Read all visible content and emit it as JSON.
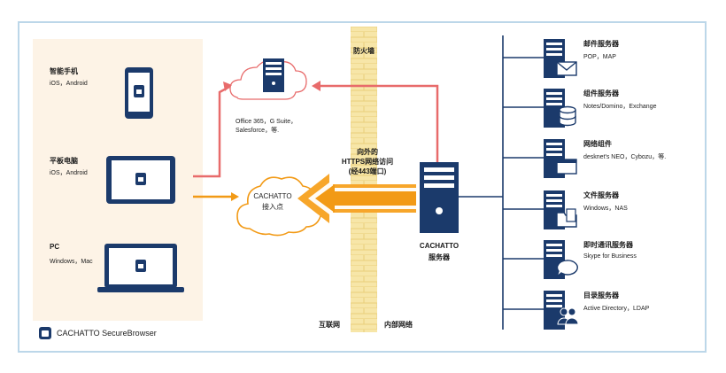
{
  "devices": [
    {
      "name": "智能手机",
      "os": "iOS，Android"
    },
    {
      "name": "平板电脑",
      "os": "iOS，Android"
    },
    {
      "name": "PC",
      "os": "Windows，Mac"
    }
  ],
  "firewall_label": "防火墙",
  "internet_label": "互联网",
  "intranet_label": "内部网络",
  "cloud_top": {
    "line1": "Office 365，G Suite，",
    "line2": "Salesforce，等."
  },
  "access_point": {
    "line1": "CACHATTO",
    "line2": "接入点"
  },
  "outbound": {
    "line1": "向外的",
    "line2": "HTTPS网络访问",
    "line3": "(经443端口)"
  },
  "server": {
    "line1": "CACHATTO",
    "line2": "服务器"
  },
  "servers": [
    {
      "title": "邮件服务器",
      "desc": "POP，MAP"
    },
    {
      "title": "组件服务器",
      "desc": "Notes/Domino，Exchange"
    },
    {
      "title": "网络组件",
      "desc": "desknet's NEO，Cybozu，等."
    },
    {
      "title": "文件服务器",
      "desc": "Windows，NAS"
    },
    {
      "title": "即时通讯服务器",
      "desc": "Skype for Business"
    },
    {
      "title": "目录服务器",
      "desc": "Active Directory，LDAP"
    }
  ],
  "app_label": "CACHATTO SecureBrowser",
  "colors": {
    "navy": "#1b3a6b",
    "orange": "#f29a16",
    "red": "#e86b6b",
    "panel": "#fdf3e6",
    "border": "#bcd7e9"
  }
}
